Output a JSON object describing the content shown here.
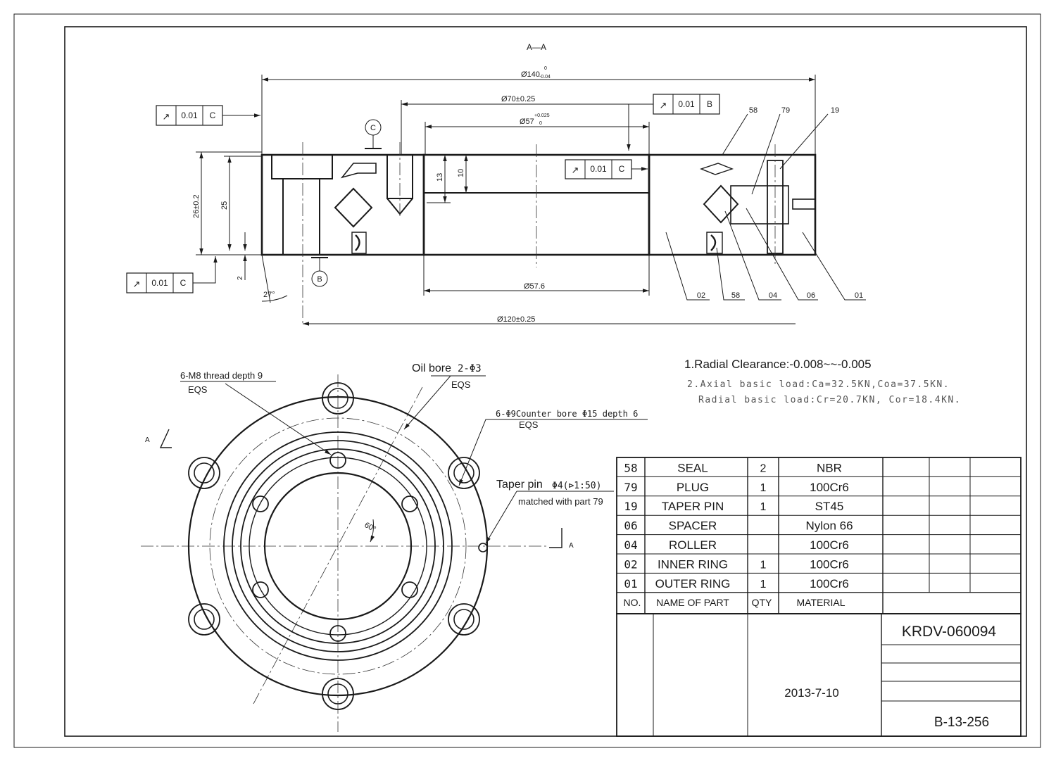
{
  "section": {
    "title": "A—A",
    "dims": {
      "d140": "Ø140",
      "d140_tol_up": "0",
      "d140_tol_lo": "-0.04",
      "d70": "Ø70±0.25",
      "d57": "Ø57",
      "d57_tol_up": "+0.025",
      "d57_tol_lo": "0",
      "d57_6": "Ø57.6",
      "d120": "Ø120±0.25",
      "h26": "26±0.2",
      "h25": "25",
      "h13": "13",
      "h10": "10",
      "h2": "2",
      "angle27": "27°"
    },
    "datums": {
      "c": "C",
      "b": "B"
    },
    "runout_boxes": [
      {
        "symbol": "↗",
        "value": "0.01",
        "datum": "C"
      },
      {
        "symbol": "↗",
        "value": "0.01",
        "datum": "B"
      },
      {
        "symbol": "↗",
        "value": "0.01",
        "datum": "C"
      },
      {
        "symbol": "↗",
        "value": "0.01",
        "datum": "C"
      }
    ],
    "balloons_top": [
      "58",
      "79",
      "19"
    ],
    "balloons_bottom": [
      "02",
      "58",
      "04",
      "06",
      "01"
    ]
  },
  "plan": {
    "thread_note": "6-M8 thread depth 9",
    "thread_eqs": "EQS",
    "oil_label": "Oil bore",
    "oil_spec": "2-Φ3",
    "oil_eqs": "EQS",
    "counter_note": "6-Φ9Counter bore  Φ15 depth 6",
    "counter_eqs": "EQS",
    "taper_label": "Taper pin",
    "taper_spec": "Φ4(⊳1:50)",
    "taper_note": "matched with part 79",
    "angle": "60°",
    "section_mark": "A"
  },
  "notes": {
    "radial_clearance": "1.Radial Clearance:-0.008~~-0.005",
    "axial_load": "2.Axial basic load:Ca=32.5KN,Coa=37.5KN.",
    "radial_load": "Radial basic load:Cr=20.7KN, Cor=18.4KN."
  },
  "bom": {
    "headers": [
      "NO.",
      "NAME OF PART",
      "QTY",
      "MATERIAL"
    ],
    "rows": [
      [
        "58",
        "SEAL",
        "2",
        "NBR"
      ],
      [
        "79",
        "PLUG",
        "1",
        "100Cr6"
      ],
      [
        "19",
        "TAPER PIN",
        "1",
        "ST45"
      ],
      [
        "06",
        "SPACER",
        "",
        "Nylon 66"
      ],
      [
        "04",
        "ROLLER",
        "",
        "100Cr6"
      ],
      [
        "02",
        "INNER RING",
        "1",
        "100Cr6"
      ],
      [
        "01",
        "OUTER RING",
        "1",
        "100Cr6"
      ]
    ]
  },
  "title_block": {
    "part_no": "KRDV-060094",
    "date": "2013-7-10",
    "drawing_no": "B-13-256"
  }
}
